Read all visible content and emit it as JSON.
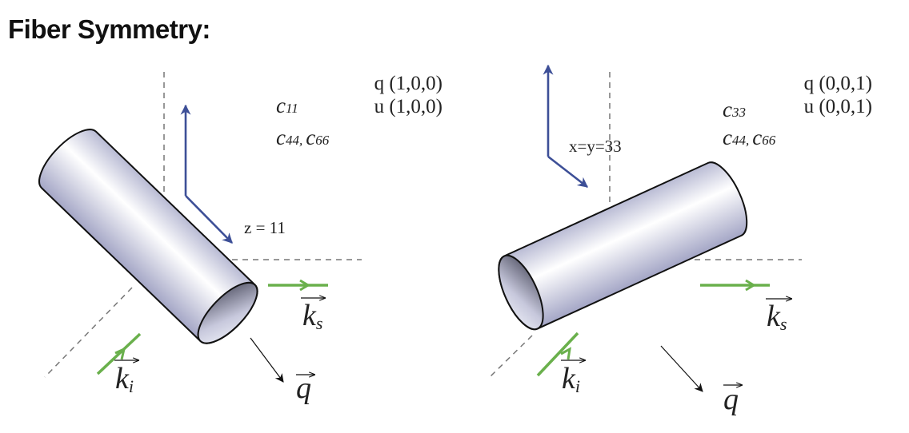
{
  "title": "Fiber Symmetry:",
  "colors": {
    "axis_arrow": "#3d4f97",
    "beam": "#6ab04c",
    "cylinder": "#c9cbe0"
  },
  "panels": [
    {
      "q_line": "q (1,0,0)",
      "c_main": "c",
      "c_main_sub": "11",
      "u_line": "u (1,0,0)",
      "c_shear_1": "c",
      "c_shear_1_sub": "44,",
      "c_shear_2": "c",
      "c_shear_2_sub": "66",
      "axis_label": "z = 11",
      "ks_label": "k",
      "ks_sub": "s",
      "ki_label": "k",
      "ki_sub": "i",
      "q_label": "q"
    },
    {
      "q_line": "q (0,0,1)",
      "c_main": "c",
      "c_main_sub": "33",
      "u_line": "u (0,0,1)",
      "c_shear_1": "c",
      "c_shear_1_sub": "44,",
      "c_shear_2": "c",
      "c_shear_2_sub": "66",
      "axis_label": "x=y=33",
      "ks_label": "k",
      "ks_sub": "s",
      "ki_label": "k",
      "ki_sub": "i",
      "q_label": "q"
    }
  ]
}
